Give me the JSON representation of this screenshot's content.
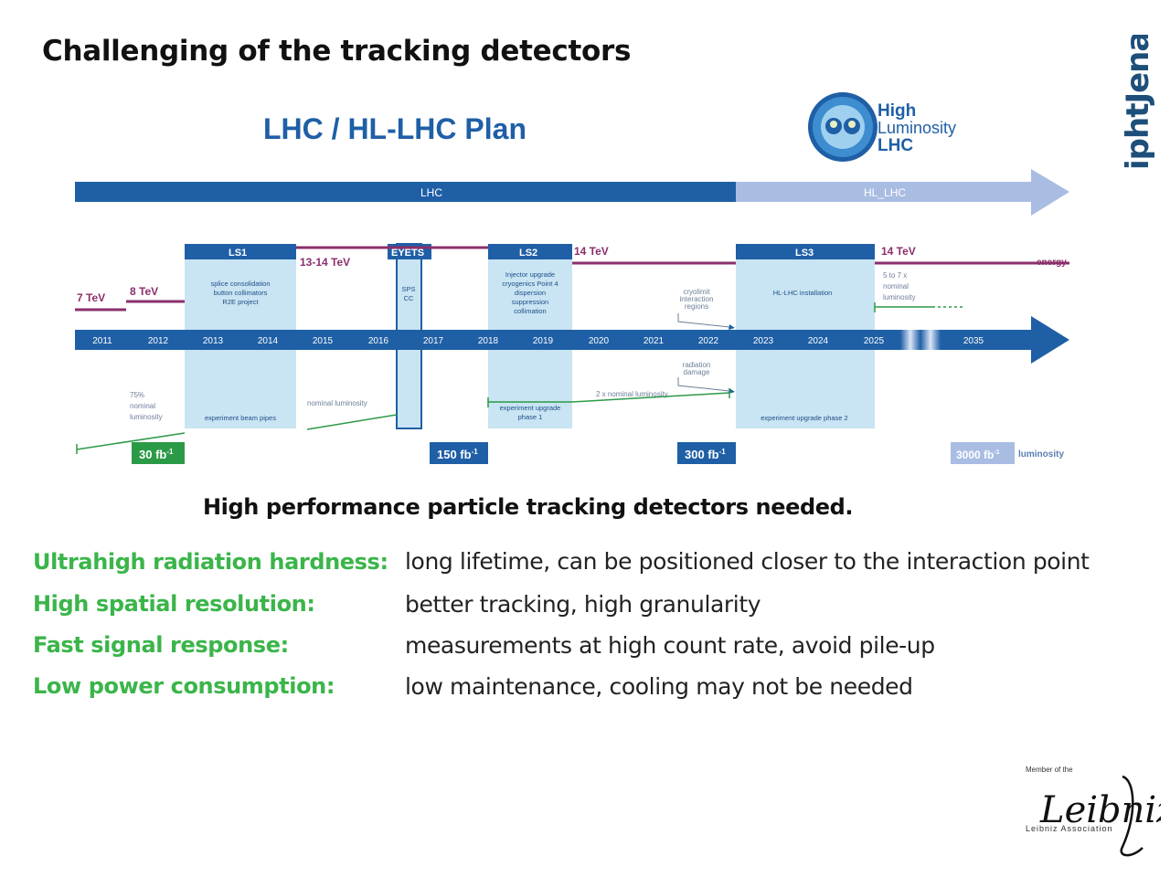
{
  "slide": {
    "title": "Challenging of the tracking detectors",
    "brand_text": "iphtJena"
  },
  "diagram": {
    "heading": "LHC / HL-LHC Plan",
    "hl_logo": {
      "line1": "High",
      "line2": "Luminosity",
      "line3": "LHC"
    },
    "phases": {
      "lhc": "LHC",
      "hl": "HL_LHC"
    },
    "energies": {
      "e1": "7 TeV",
      "e2": "8 TeV",
      "e3": "13-14 TeV",
      "e4": "14 TeV",
      "e5": "14 TeV",
      "energy_label": "energy"
    },
    "shutdowns": {
      "ls1": {
        "label": "LS1",
        "text": [
          "splice consolidation",
          "button collimators",
          "R2E project"
        ],
        "bottom": "experiment beam pipes"
      },
      "eyets": {
        "label": "EYETS",
        "text": [
          "SPS",
          "CC"
        ]
      },
      "ls2": {
        "label": "LS2",
        "text": [
          "Injector upgrade",
          "cryogenics Point 4",
          "dispersion",
          "suppression",
          "collimation"
        ],
        "bottom": [
          "experiment upgrade",
          "phase 1"
        ]
      },
      "ls3": {
        "label": "LS3",
        "text": [
          "HL-LHC installation"
        ],
        "bottom": "experiment upgrade phase 2"
      }
    },
    "years": [
      "2011",
      "2012",
      "2013",
      "2014",
      "2015",
      "2016",
      "2017",
      "2018",
      "2019",
      "2020",
      "2021",
      "2022",
      "2023",
      "2024",
      "2025",
      "2035"
    ],
    "notes": {
      "cryolimit": [
        "cryolimit",
        "interaction",
        "regions"
      ],
      "lumi_5to7": [
        "5 to 7 x",
        "nominal",
        "luminosity"
      ],
      "radiation": [
        "radiation",
        "damage"
      ],
      "lumi_75": [
        "75%",
        "nominal",
        "luminosity"
      ],
      "nominal_lumi": "nominal luminosity",
      "two_x_nominal": "2 x nominal luminosity"
    },
    "luminosity": {
      "l1": {
        "value": "30 fb",
        "exp": "-1"
      },
      "l2": {
        "value": "150 fb",
        "exp": "-1"
      },
      "l3": {
        "value": "300 fb",
        "exp": "-1"
      },
      "l4": {
        "value": "3000 fb",
        "exp": "-1"
      },
      "label": "luminosity"
    },
    "colors": {
      "lhc_blue": "#1f5fa6",
      "light_blue": "#a9bde3",
      "shutdown": "#c9e4f2",
      "energy": "#8b2f6b",
      "lumi_green": "#2b9a46"
    }
  },
  "needed": "High performance particle tracking detectors needed.",
  "requirements": [
    {
      "label": "Ultrahigh radiation hardness:",
      "desc": "long lifetime, can be positioned closer to the interaction point"
    },
    {
      "label": "High spatial resolution:",
      "desc": "better tracking, high granularity"
    },
    {
      "label": "Fast signal response:",
      "desc": "measurements at high count rate, avoid pile-up"
    },
    {
      "label": "Low power consumption:",
      "desc": "low maintenance, cooling may not be needed"
    }
  ],
  "leibniz": {
    "member": "Member of the",
    "signature": "Leibniz",
    "assoc": "Leibniz Association"
  }
}
